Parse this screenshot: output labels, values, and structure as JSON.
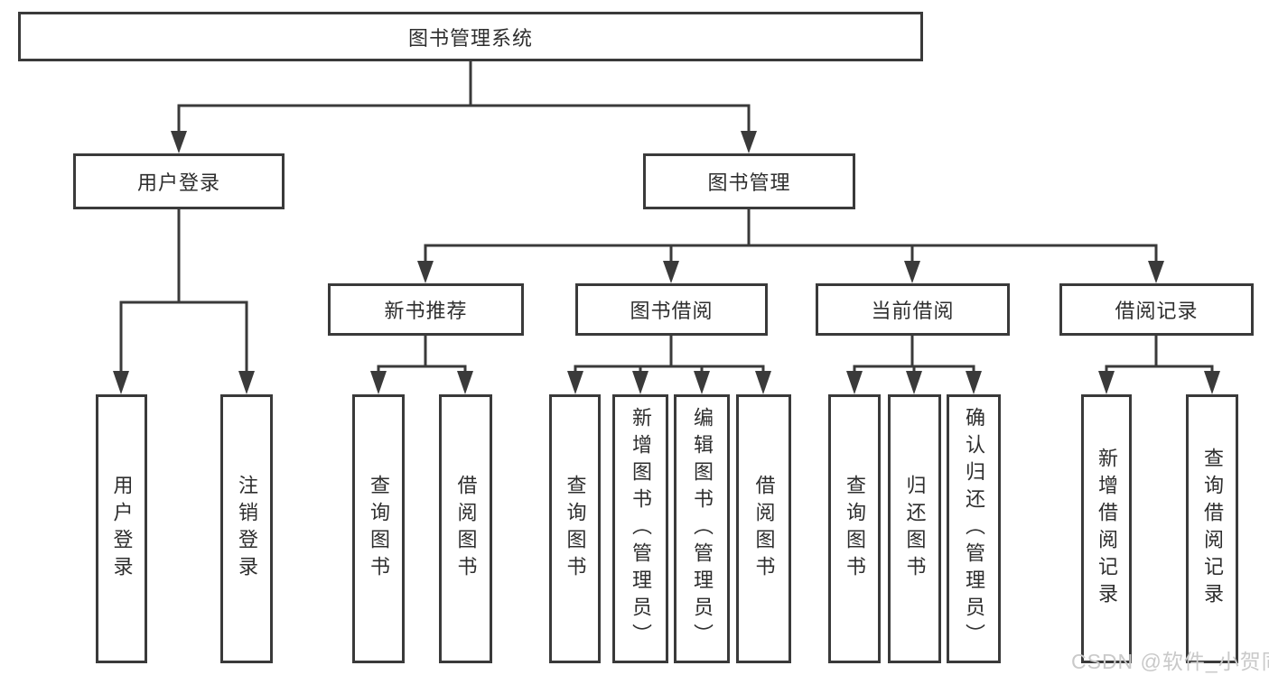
{
  "diagram": {
    "root": {
      "label": "图书管理系统",
      "children": [
        {
          "label": "用户登录",
          "children": [
            {
              "label": "用户登录"
            },
            {
              "label": "注销登录"
            }
          ]
        },
        {
          "label": "图书管理",
          "children": [
            {
              "label": "新书推荐",
              "children": [
                {
                  "label": "查询图书"
                },
                {
                  "label": "借阅图书"
                }
              ]
            },
            {
              "label": "图书借阅",
              "children": [
                {
                  "label": "查询图书"
                },
                {
                  "label": "新增图书（管理员）"
                },
                {
                  "label": "编辑图书（管理员）"
                },
                {
                  "label": "借阅图书"
                }
              ]
            },
            {
              "label": "当前借阅",
              "children": [
                {
                  "label": "查询图书"
                },
                {
                  "label": "归还图书"
                },
                {
                  "label": "确认归还（管理员）"
                }
              ]
            },
            {
              "label": "借阅记录",
              "children": [
                {
                  "label": "新增借阅记录"
                },
                {
                  "label": "查询借阅记录"
                }
              ]
            }
          ]
        }
      ]
    }
  },
  "watermark": "CSDN @软件_小贺同学",
  "colors": {
    "line": "#3a3a3a",
    "text": "#2e2e2e",
    "background": "#ffffff",
    "watermark": "#c9c9c9"
  }
}
